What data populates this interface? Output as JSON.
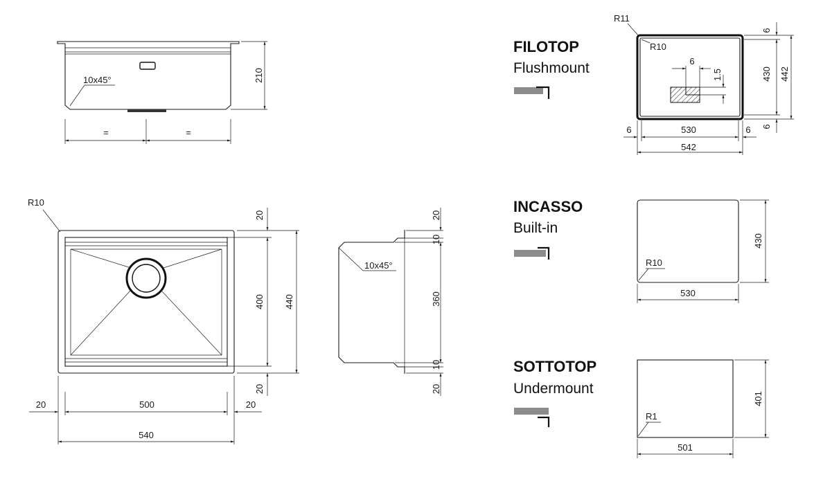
{
  "views": {
    "front": {
      "chamfer": "10x45°",
      "height": "210",
      "equal_left": "=",
      "equal_right": "="
    },
    "top": {
      "radius": "R10",
      "rim_top": "20",
      "inner_depth": "400",
      "outer_depth": "440",
      "rim_bottom": "20",
      "rim_left": "20",
      "inner_width": "500",
      "rim_right": "20",
      "outer_width": "540"
    },
    "section": {
      "chamfer": "10x45°",
      "top_offset": "20",
      "top_step": "10",
      "height": "360",
      "bottom_step": "10",
      "bottom_offset": "20"
    }
  },
  "installations": [
    {
      "title": "FILOTOP",
      "subtitle": "Flushmount",
      "outer_radius": "R11",
      "inner_radius": "R10",
      "detail_width": "6",
      "detail_depth": "1.5",
      "top_margin": "6",
      "inner_height": "430",
      "outer_height": "442",
      "bottom_margin": "6",
      "left_margin": "6",
      "inner_width": "530",
      "right_margin": "6",
      "outer_width": "542"
    },
    {
      "title": "INCASSO",
      "subtitle": "Built-in",
      "radius": "R10",
      "height": "430",
      "width": "530"
    },
    {
      "title": "SOTTOTOP",
      "subtitle": "Undermount",
      "radius": "R1",
      "height": "401",
      "width": "501"
    }
  ]
}
